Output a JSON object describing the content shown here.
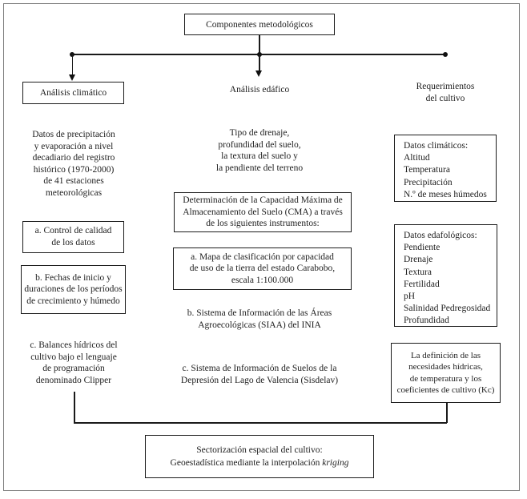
{
  "root": {
    "title": "Componentes metodológicos"
  },
  "branches": {
    "left": {
      "header": "Análisis climático",
      "intro_lines": [
        "Datos de precipitación",
        "y evaporación a nivel",
        "decadiario del registro",
        "histórico (1970-2000)",
        "de 41 estaciones",
        "meteorológicas"
      ],
      "box_a_lines": [
        "a. Control de calidad",
        "de los datos"
      ],
      "box_b_lines": [
        "b. Fechas de inicio y",
        "duraciones de los períodos",
        "de crecimiento y húmedo"
      ],
      "item_c_lines": [
        "c. Balances hídricos del",
        "cultivo bajo el lenguaje",
        "de programación",
        "denominado Clipper"
      ]
    },
    "middle": {
      "header": "Análisis edáfico",
      "intro_lines": [
        "Tipo de drenaje,",
        "profundidad del suelo,",
        "la textura del suelo y",
        "la pendiente del terreno"
      ],
      "box_cma_lines": [
        "Determinación de la Capacidad Máxima de",
        "Almacenamiento del Suelo (CMA) a través",
        "de los siguientes instrumentos:"
      ],
      "box_a_lines": [
        "a. Mapa de clasificación por capacidad",
        "de uso de la tierra del estado Carabobo,",
        "escala 1:100.000"
      ],
      "item_b_lines": [
        "b. Sistema de Información de las Áreas",
        "Agroecológicas (SIAA) del INIA"
      ],
      "item_c_lines": [
        "c. Sistema de Información de Suelos de la",
        "Depresión del Lago de Valencia (Sisdelav)"
      ]
    },
    "right": {
      "header_lines": [
        "Requerimientos",
        "del cultivo"
      ],
      "box_climate": {
        "title": "Datos climáticos:",
        "items": [
          "Altitud",
          "Temperatura",
          "Precipitación",
          "N.º de meses húmedos"
        ]
      },
      "box_soil": {
        "title": "Datos edafológicos:",
        "items": [
          "Pendiente",
          "Drenaje",
          "Textura",
          "Fertilidad",
          "pH",
          "Salinidad Pedregosidad",
          "Profundidad"
        ]
      },
      "box_definition_lines": [
        "La definición de las",
        "necesidades hídricas,",
        "de temperatura y los",
        "coeficientes de cultivo (Kc)"
      ]
    }
  },
  "bottom_box": {
    "line1": "Sectorización espacial del cultivo:",
    "line2_normal": "Geoestadística mediante la interpolación ",
    "line2_italic": "kriging"
  },
  "colors": {
    "line": "#1a1a1a",
    "frame_border": "#7c7c7c",
    "background": "#ffffff",
    "text": "#1e1e1e"
  }
}
